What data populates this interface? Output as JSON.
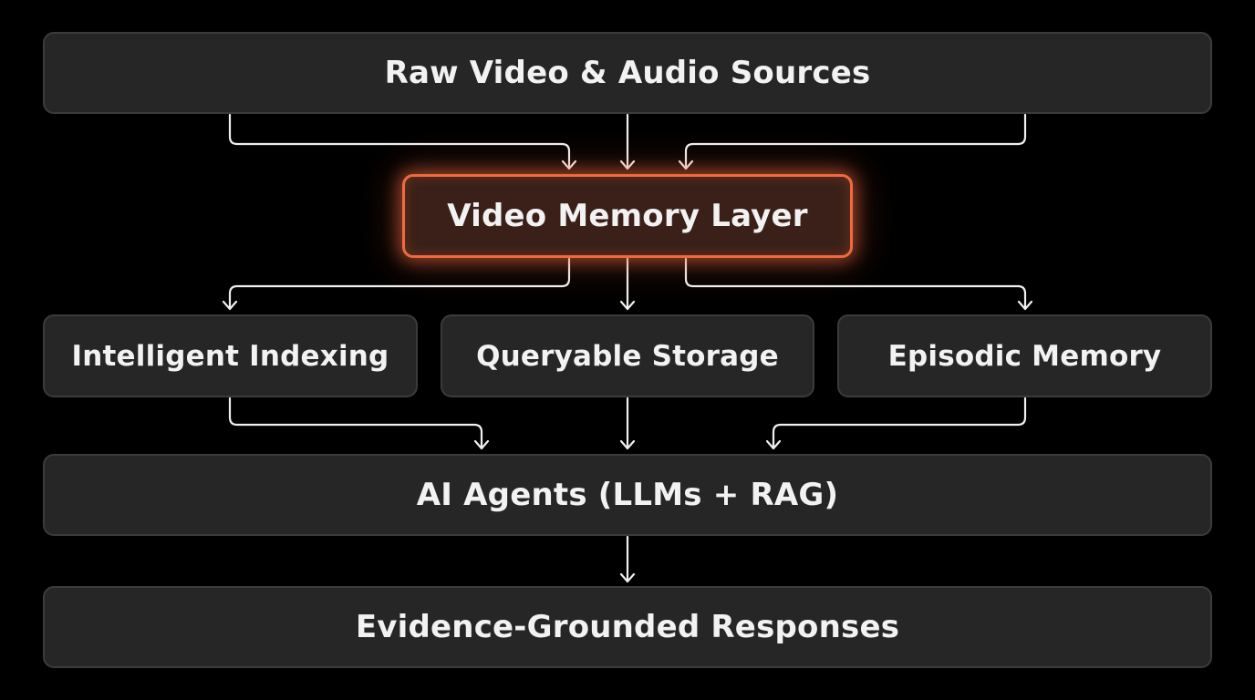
{
  "diagram": {
    "nodes": {
      "raw_sources": "Raw Video & Audio Sources",
      "memory_layer": "Video Memory Layer",
      "indexing": "Intelligent Indexing",
      "storage": "Queryable Storage",
      "episodic": "Episodic Memory",
      "agents": "AI Agents (LLMs + RAG)",
      "responses": "Evidence-Grounded Responses"
    },
    "colors": {
      "background": "#000000",
      "box_fill": "#262626",
      "box_border": "#3b3b3b",
      "highlight": "#ee6a40",
      "text": "#f2f2f2",
      "connector": "#f0f0f0"
    }
  }
}
